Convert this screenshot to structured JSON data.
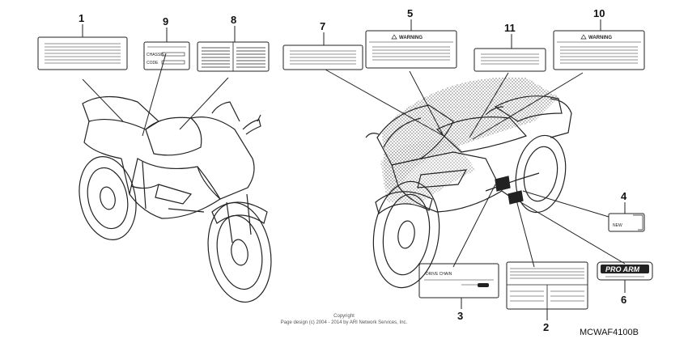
{
  "diagram": {
    "callouts": {
      "c1": "1",
      "c2": "2",
      "c3": "3",
      "c4": "4",
      "c5": "5",
      "c6": "6",
      "c7": "7",
      "c8": "8",
      "c9": "9",
      "c10": "10",
      "c11": "11"
    },
    "labels": {
      "warning_5": "WARNING",
      "warning_10": "WARNING",
      "chassis": "CHASSIS",
      "code": "CODE",
      "drive_chain": "DRIVE CHAIN",
      "new": "NEW",
      "pro_arm": "PRO ARM"
    },
    "icons": {
      "warning_symbol": "warning-triangle-icon"
    },
    "copyright": {
      "line1": "Copyright",
      "line2": "Page design (c) 2004 - 2014 by ARI Network Services, Inc."
    },
    "diagram_code": "MCWAF4100B"
  }
}
